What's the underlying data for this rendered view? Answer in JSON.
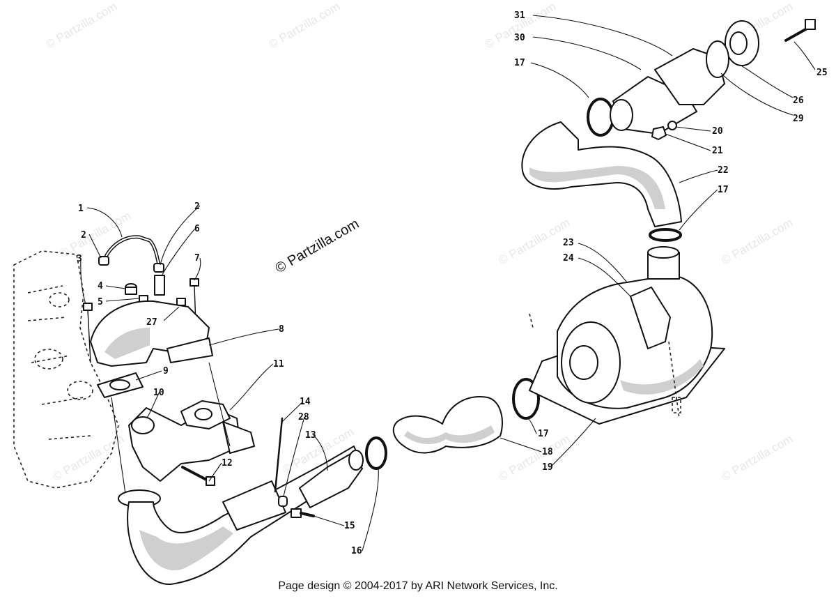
{
  "watermark_main": "© Partzilla.com",
  "watermark": "© Partzilla.com",
  "footer": "Page design © 2004-2017 by ARI Network Services, Inc.",
  "callouts": [
    "1",
    "2",
    "2",
    "3",
    "4",
    "5",
    "6",
    "7",
    "27",
    "8",
    "9",
    "10",
    "11",
    "12",
    "13",
    "14",
    "28",
    "15",
    "16",
    "17",
    "18",
    "19",
    "17",
    "17",
    "20",
    "21",
    "22",
    "23",
    "24",
    "25",
    "26",
    "29",
    "30",
    "31"
  ]
}
